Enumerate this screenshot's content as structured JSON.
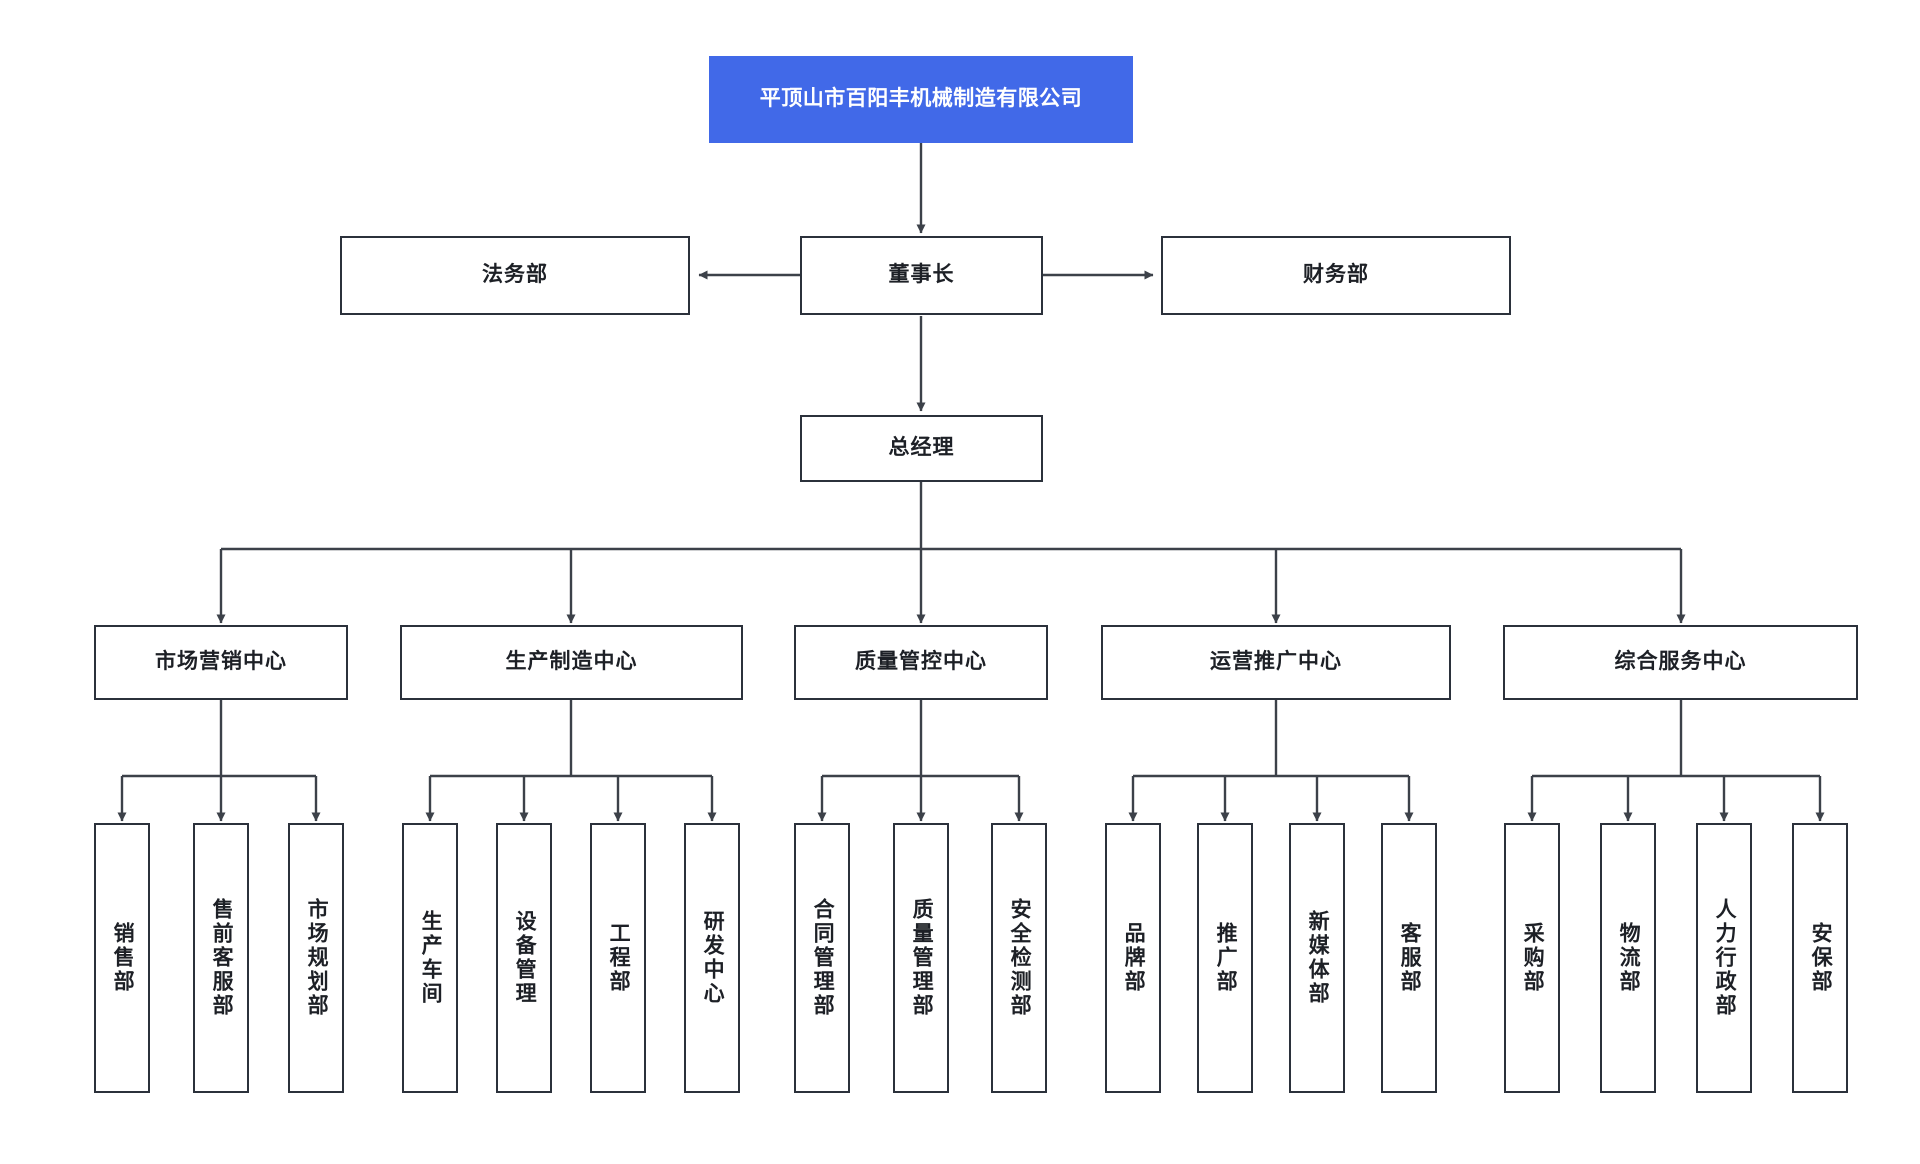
{
  "diagram": {
    "type": "organization-chart",
    "title": "平顶山市百阳丰机械制造有限公司",
    "colors": {
      "root_fill": "#4169e8",
      "root_text": "#ffffff",
      "box_border": "#2b313b",
      "box_fill": "#ffffff",
      "box_text": "#1d2026",
      "connector": "#3c4149",
      "background": "#ffffff"
    }
  },
  "root": {
    "label": "平顶山市百阳丰机械制造有限公司"
  },
  "level2": {
    "left": {
      "label": "法务部"
    },
    "center": {
      "label": "董事长"
    },
    "right": {
      "label": "财务部"
    }
  },
  "level3": {
    "center": {
      "label": "总经理"
    }
  },
  "centers": [
    {
      "label": "市场营销中心",
      "children": [
        {
          "label": "销售部"
        },
        {
          "label": "售前客服部"
        },
        {
          "label": "市场规划部"
        }
      ]
    },
    {
      "label": "生产制造中心",
      "children": [
        {
          "label": "生产车间"
        },
        {
          "label": "设备管理"
        },
        {
          "label": "工程部"
        },
        {
          "label": "研发中心"
        }
      ]
    },
    {
      "label": "质量管控中心",
      "children": [
        {
          "label": "合同管理部"
        },
        {
          "label": "质量管理部"
        },
        {
          "label": "安全检测部"
        }
      ]
    },
    {
      "label": "运营推广中心",
      "children": [
        {
          "label": "品牌部"
        },
        {
          "label": "推广部"
        },
        {
          "label": "新媒体部"
        },
        {
          "label": "客服部"
        }
      ]
    },
    {
      "label": "综合服务中心",
      "children": [
        {
          "label": "采购部"
        },
        {
          "label": "物流部"
        },
        {
          "label": "人力行政部"
        },
        {
          "label": "安保部"
        }
      ]
    }
  ]
}
